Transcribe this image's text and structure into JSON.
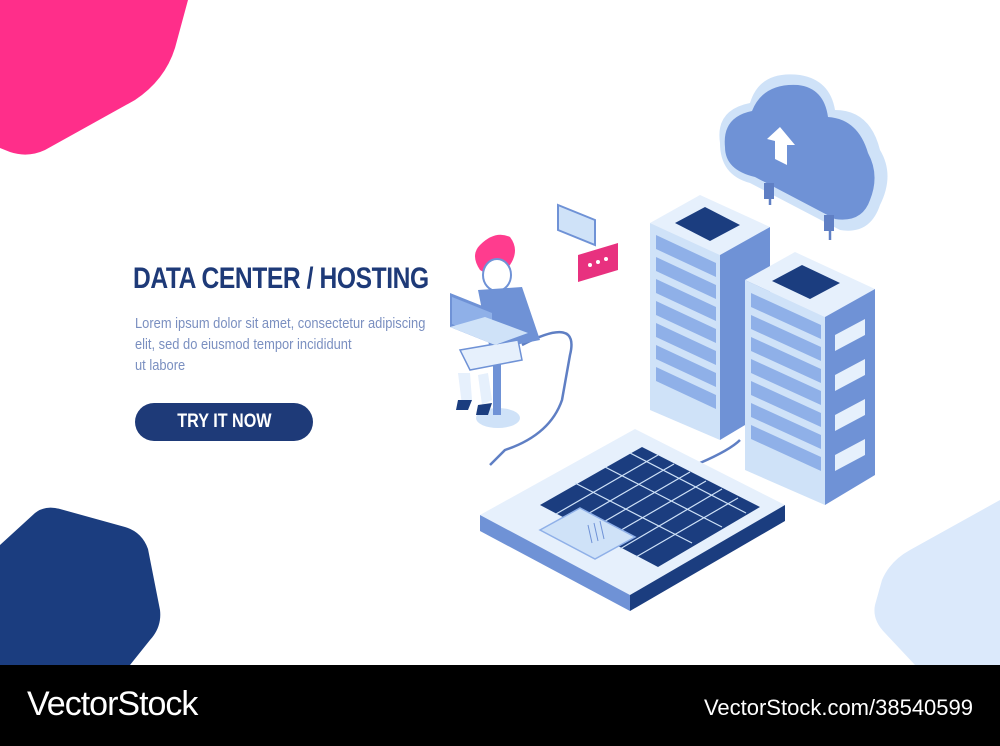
{
  "hero": {
    "headline": "DATA CENTER / HOSTING",
    "description_lines": [
      "Lorem ipsum dolor sit amet, consectetur adipiscing",
      "elit, sed do eiusmod tempor incididunt",
      "ut labore"
    ],
    "cta_label": "TRY IT NOW"
  },
  "footer": {
    "brand": "VectorStock",
    "image_id": "VectorStock.com/38540599"
  },
  "colors": {
    "primary": "#1e3a78",
    "accent_pink": "#ff2e8a",
    "light_blue": "#d6e8fb",
    "body_text": "#7a8fc0",
    "footer_bg": "#000000"
  },
  "icons": [
    "cloud-upload-icon",
    "chat-bubble-icon",
    "server-rack-icon",
    "laptop-icon",
    "person-icon",
    "keyboard-icon"
  ]
}
